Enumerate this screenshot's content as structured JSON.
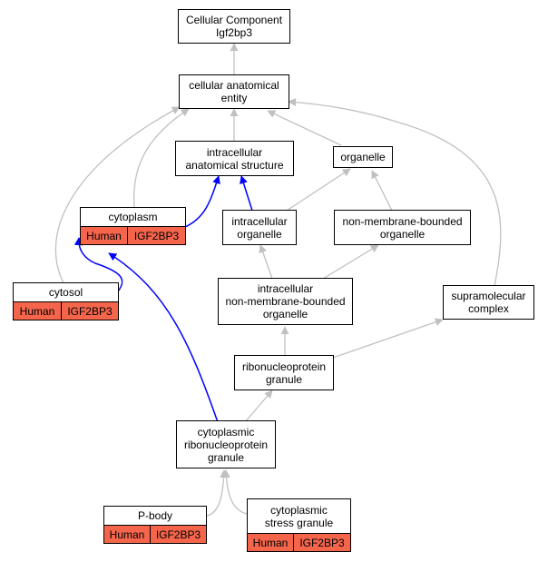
{
  "nodes": {
    "cellular_component": {
      "line1": "Cellular Component",
      "line2": "Igf2bp3"
    },
    "cellular_anatomical_entity": {
      "line1": "cellular anatomical",
      "line2": "entity"
    },
    "intracellular_anatomical_structure": {
      "line1": "intracellular",
      "line2": "anatomical structure"
    },
    "organelle": {
      "line1": "organelle"
    },
    "intracellular_organelle": {
      "line1": "intracellular",
      "line2": "organelle"
    },
    "non_membrane_bounded_organelle": {
      "line1": "non-membrane-bounded",
      "line2": "organelle"
    },
    "intracellular_nmbo": {
      "line1": "intracellular",
      "line2": "non-membrane-bounded",
      "line3": "organelle"
    },
    "supramolecular_complex": {
      "line1": "supramolecular",
      "line2": "complex"
    },
    "ribonucleoprotein_granule": {
      "line1": "ribonucleoprotein",
      "line2": "granule"
    },
    "cytoplasmic_rnp_granule": {
      "line1": "cytoplasmic",
      "line2": "ribonucleoprotein",
      "line3": "granule"
    }
  },
  "gene_nodes": {
    "cytoplasm": {
      "term": "cytoplasm",
      "species": "Human",
      "gene": "IGF2BP3"
    },
    "cytosol": {
      "term": "cytosol",
      "species": "Human",
      "gene": "IGF2BP3"
    },
    "p_body": {
      "term": "P-body",
      "species": "Human",
      "gene": "IGF2BP3"
    },
    "stress_granule": {
      "term_line1": "cytoplasmic",
      "term_line2": "stress granule",
      "species": "Human",
      "gene": "IGF2BP3"
    }
  },
  "colors": {
    "gray_edge": "#c0c0c0",
    "blue_edge": "#0000ff",
    "gene_highlight": "#f4654c"
  }
}
